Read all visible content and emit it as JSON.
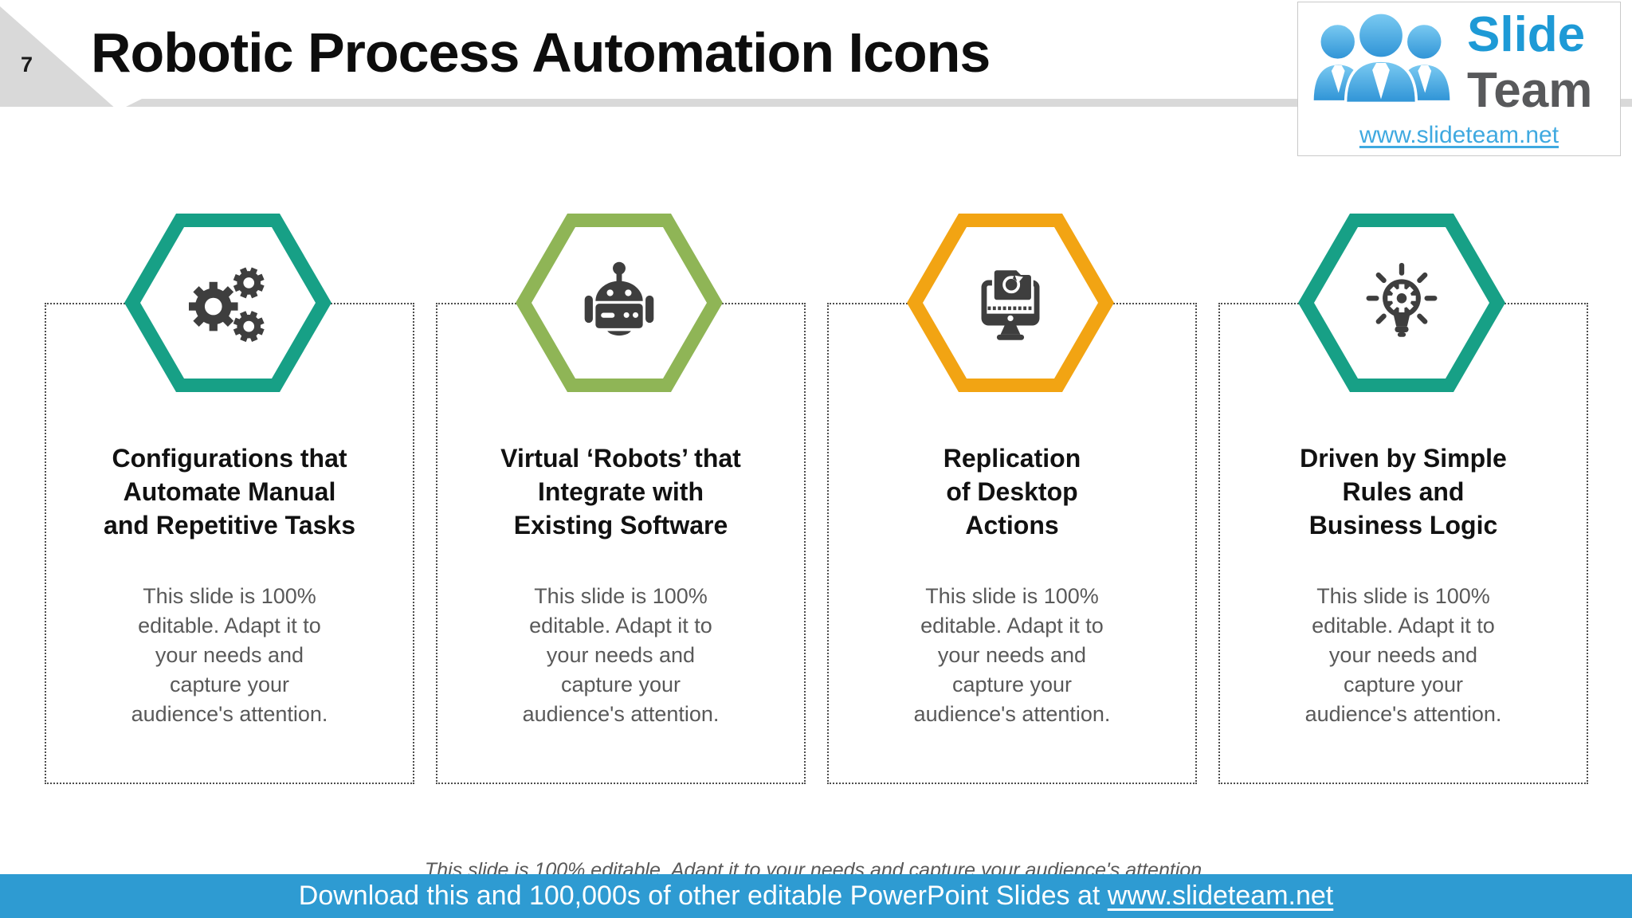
{
  "slide": {
    "page_number": "7",
    "title": "Robotic Process Automation Icons"
  },
  "logo": {
    "brand_line1": "Slide",
    "brand_line2": "Team",
    "website": "www.slideteam.net"
  },
  "cards": [
    {
      "icon": "gears-icon",
      "accent_color": "#17a086",
      "heading": "Configurations that\nAutomate Manual\nand Repetitive Tasks",
      "body": "This slide is 100%\neditable. Adapt it to\nyour needs and\ncapture your\naudience's attention."
    },
    {
      "icon": "robot-icon",
      "accent_color": "#8fb556",
      "heading": "Virtual ‘Robots’ that\nIntegrate with\nExisting Software",
      "body": "This slide is 100%\neditable. Adapt it to\nyour needs and\ncapture your\naudience's attention."
    },
    {
      "icon": "desktop-replication-icon",
      "accent_color": "#f2a413",
      "heading": "Replication\nof Desktop\nActions",
      "body": "This slide is 100%\neditable. Adapt it to\nyour needs and\ncapture your\naudience's attention."
    },
    {
      "icon": "idea-bulb-gear-icon",
      "accent_color": "#17a086",
      "heading": "Driven by Simple\nRules and\nBusiness Logic",
      "body": "This slide is 100%\neditable. Adapt it to\nyour needs and\ncapture your\naudience's attention."
    }
  ],
  "footer": {
    "editable_note": "This slide is 100% editable. Adapt it to your needs and capture your audience's attention.",
    "download_prefix": "Download this and 100,000s of other editable PowerPoint Slides at ",
    "download_link": "www.slideteam.net"
  },
  "colors": {
    "icon_color": "#3e3e3e",
    "teal": "#17a086",
    "green": "#8fb556",
    "orange": "#f2a413",
    "footer_bar_blue": "#2e9bd2",
    "corner_gray": "#d9d9d9",
    "brand_blue": "#1e9ad6",
    "brand_gray": "#58595b",
    "link_blue": "#3fa9e0"
  }
}
